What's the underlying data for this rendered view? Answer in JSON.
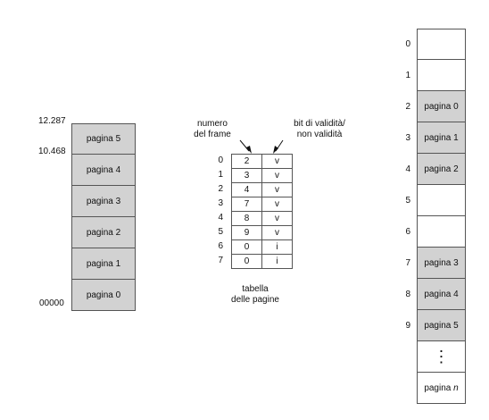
{
  "logical_memory": {
    "pages": [
      "pagina 5",
      "pagina 4",
      "pagina 3",
      "pagina 2",
      "pagina 1",
      "pagina 0"
    ],
    "addr_top": "12.287",
    "addr_second": "10.468",
    "addr_bottom": "00000"
  },
  "page_table": {
    "label_frame": [
      "numero",
      "del frame"
    ],
    "label_valid": [
      "bit di validità/",
      "non validità"
    ],
    "rows": [
      {
        "index": "0",
        "frame": "2",
        "valid": "v"
      },
      {
        "index": "1",
        "frame": "3",
        "valid": "v"
      },
      {
        "index": "2",
        "frame": "4",
        "valid": "v"
      },
      {
        "index": "3",
        "frame": "7",
        "valid": "v"
      },
      {
        "index": "4",
        "frame": "8",
        "valid": "v"
      },
      {
        "index": "5",
        "frame": "9",
        "valid": "v"
      },
      {
        "index": "6",
        "frame": "0",
        "valid": "i"
      },
      {
        "index": "7",
        "frame": "0",
        "valid": "i"
      }
    ],
    "caption": [
      "tabella",
      "delle pagine"
    ]
  },
  "physical_memory": {
    "frames": [
      {
        "num": "0",
        "content": ""
      },
      {
        "num": "1",
        "content": ""
      },
      {
        "num": "2",
        "content": "pagina 0"
      },
      {
        "num": "3",
        "content": "pagina 1"
      },
      {
        "num": "4",
        "content": "pagina 2"
      },
      {
        "num": "5",
        "content": ""
      },
      {
        "num": "6",
        "content": ""
      },
      {
        "num": "7",
        "content": "pagina 3"
      },
      {
        "num": "8",
        "content": "pagina 4"
      },
      {
        "num": "9",
        "content": "pagina 5"
      }
    ],
    "ellipsis": "⋮",
    "last_page_prefix": "pagina ",
    "last_page_suffix": "n"
  }
}
